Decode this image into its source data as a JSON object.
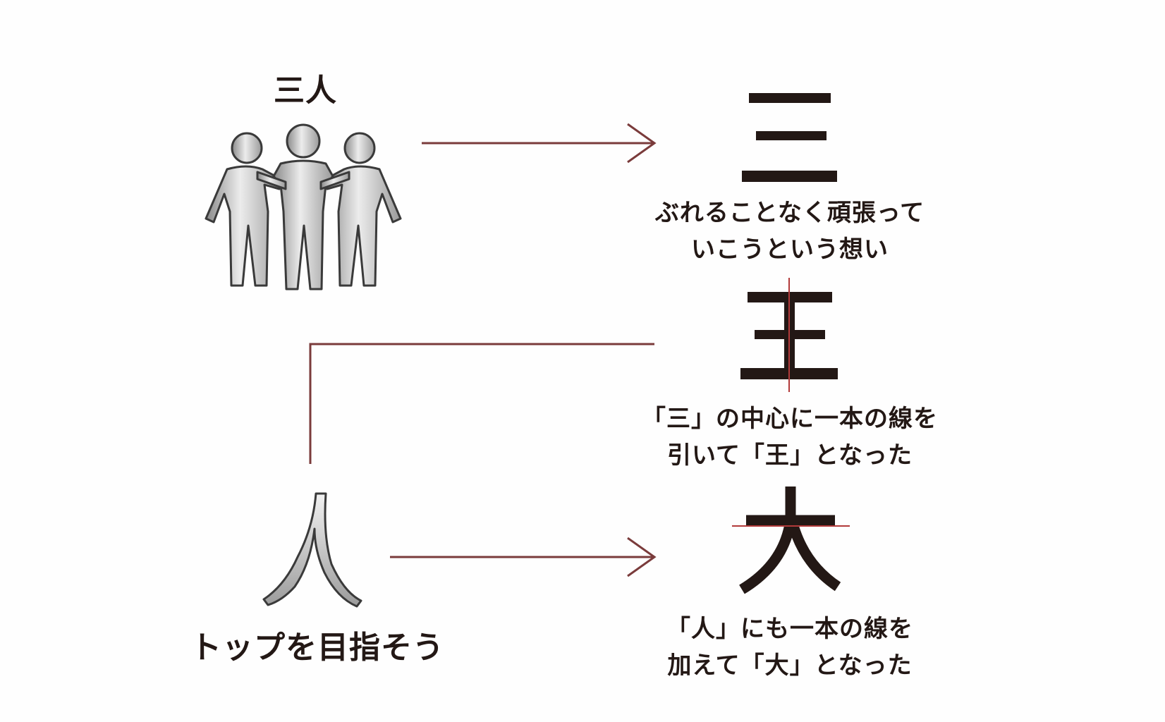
{
  "colors": {
    "ink": "#231815",
    "arrow": "#7a3b3b",
    "silver_light": "#e6e6e6",
    "silver_dark": "#8c8c8c"
  },
  "left": {
    "group_label": "三人",
    "person_char": "人",
    "person_caption": "トップを目指そう"
  },
  "right": {
    "san": {
      "char": "三",
      "caption_lines": [
        "ぶれることなく頑張って",
        "いこうという想い"
      ]
    },
    "ou": {
      "char": "王",
      "caption_lines": [
        "「三」の中心に一本の線を",
        "引いて「王」となった"
      ]
    },
    "dai": {
      "char": "大",
      "caption_lines": [
        "「人」にも一本の線を",
        "加えて「大」となった"
      ]
    }
  },
  "icons": {
    "group": "three-people-icon",
    "arrow_top": "arrow-right-icon",
    "arrow_bottom": "arrow-right-icon"
  }
}
